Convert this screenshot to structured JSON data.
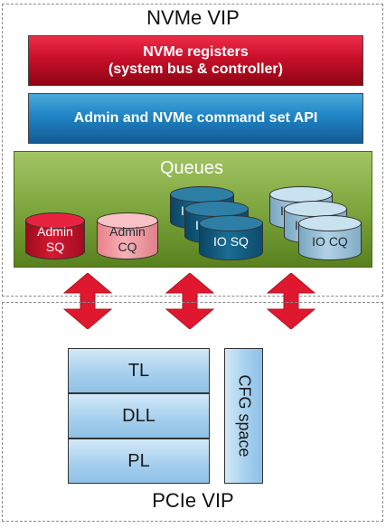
{
  "nvme_vip": {
    "title": "NVMe VIP",
    "registers": {
      "line1": "NVMe registers",
      "line2": "(system bus & controller)"
    },
    "api": {
      "label": "Admin and NVMe command set API"
    },
    "queues": {
      "title": "Queues",
      "admin_sq": {
        "line1": "Admin",
        "line2": "SQ"
      },
      "admin_cq": {
        "line1": "Admin",
        "line2": "CQ"
      },
      "io_sq": {
        "label": "IO SQ",
        "stack_label": "I"
      },
      "io_cq": {
        "label": "IO CQ",
        "stack_label": "I"
      }
    }
  },
  "pcie_vip": {
    "title": "PCIe VIP",
    "layers": [
      "TL",
      "DLL",
      "PL"
    ],
    "cfg_space": "CFG space"
  },
  "colors": {
    "registers": "#c80f2a",
    "api": "#1f84c4",
    "queues_panel": "#7aa23a",
    "arrows": "#e0182f",
    "layers": "#a6d0ee"
  }
}
